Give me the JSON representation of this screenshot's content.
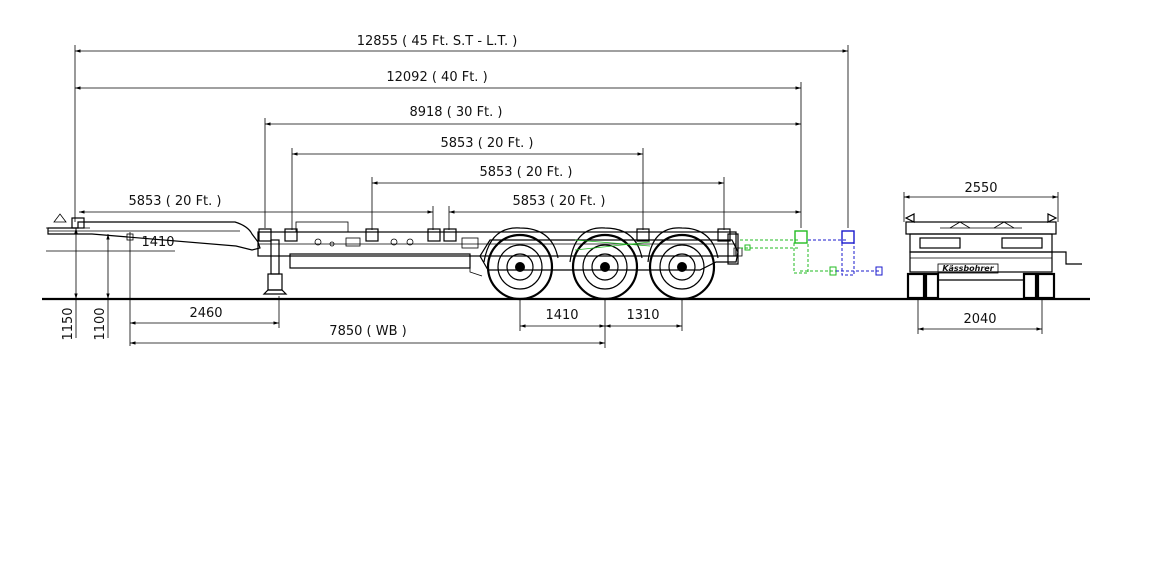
{
  "dimensions": {
    "overall_45ft": "12855 ( 45 Ft. S.T - L.T. )",
    "length_40ft": "12092 ( 40 Ft. )",
    "length_30ft": "8918 ( 30 Ft. )",
    "length_20ft_upper": "5853 ( 20 Ft. )",
    "length_20ft_middle": "5853 ( 20 Ft. )",
    "length_20ft_front": "5853 ( 20 Ft. )",
    "length_20ft_rear": "5853 ( 20 Ft. )",
    "kingpin_height": "1410",
    "fifth_wheel_height_1150": "1150",
    "fifth_wheel_height_1100": "1100",
    "landing_gear_distance": "2460",
    "wheelbase": "7850 ( WB )",
    "axle_spacing_1": "1410",
    "axle_spacing_2": "1310",
    "rear_width": "2550",
    "track_width": "2040"
  },
  "logo": {
    "text": "Kässbohrer"
  },
  "colors": {
    "line": "#000000",
    "ext_green": "#22bb22",
    "ext_blue": "#1a1acc"
  }
}
